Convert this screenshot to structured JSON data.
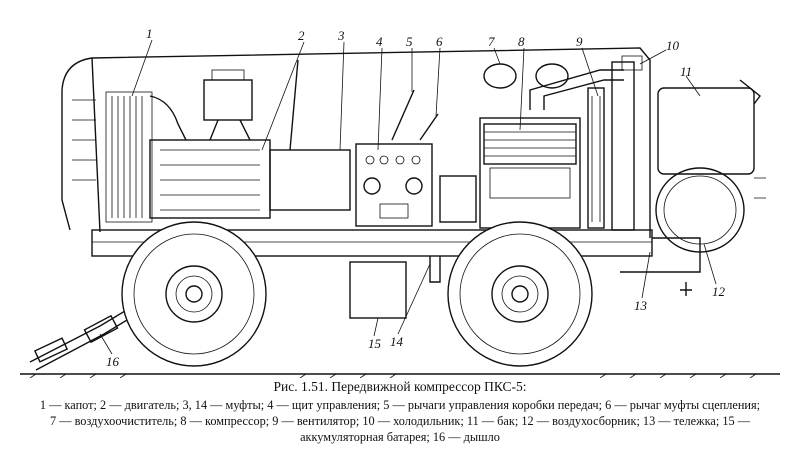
{
  "figure": {
    "labels": [
      "1",
      "2",
      "3",
      "4",
      "5",
      "6",
      "7",
      "8",
      "9",
      "10",
      "11",
      "12",
      "13",
      "14",
      "15",
      "16"
    ]
  },
  "caption": {
    "title": "Рис. 1.51. Передвижной компрессор ПКС-5:",
    "legend_line1": "1 — капот; 2 — двигатель; 3, 14 — муфты; 4 — щит управления; 5 — рычаги управления коробки передач; 6 — рычаг муфты сцепления;",
    "legend_line2": "7 — воздухоочиститель; 8 — компрессор; 9 — вентилятор; 10 — холодильник; 11 — бак; 12 — воздухосборник; 13 — тележка; 15 —",
    "legend_line3": "аккумуляторная батарея; 16 — дышло"
  }
}
